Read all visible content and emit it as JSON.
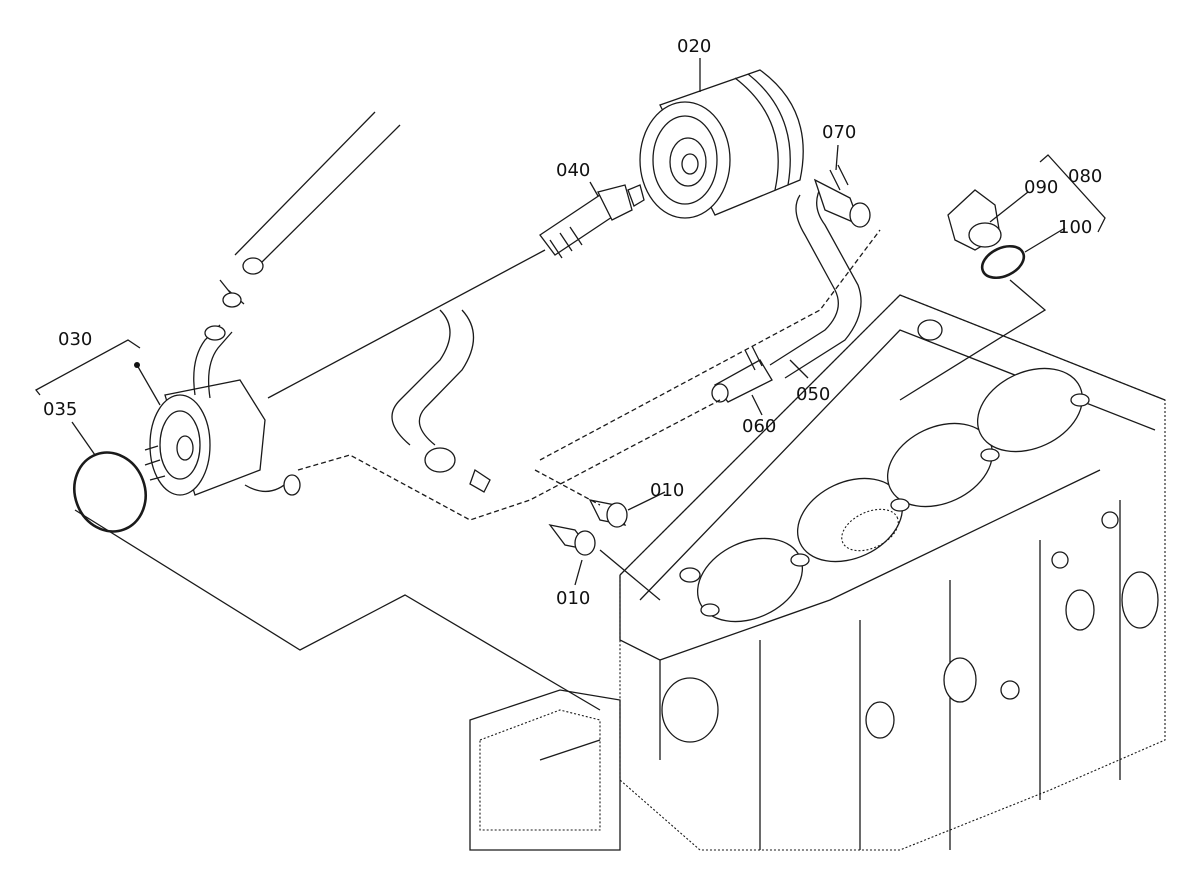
{
  "callouts": {
    "p010_upper": "010",
    "p010_lower": "010",
    "p020": "020",
    "p030": "030",
    "p035": "035",
    "p040": "040",
    "p050": "050",
    "p060": "060",
    "p070": "070",
    "p080": "080",
    "p090": "090",
    "p100": "100"
  }
}
